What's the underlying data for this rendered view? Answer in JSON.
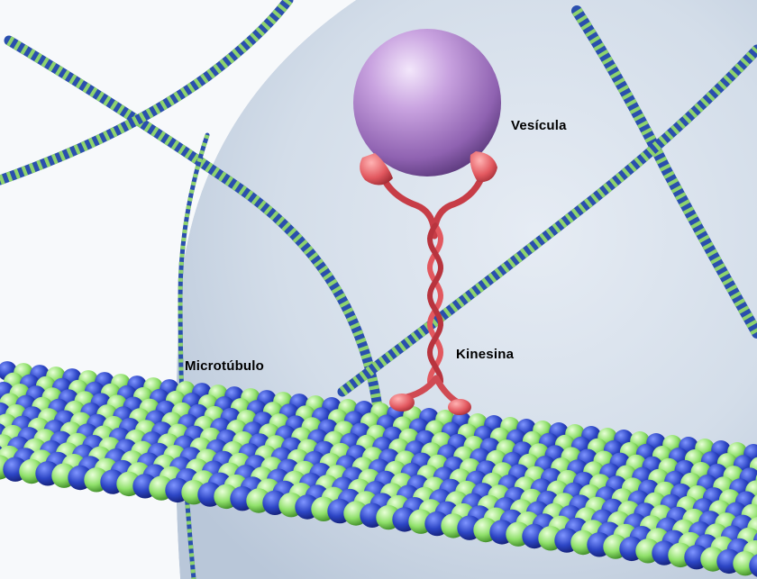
{
  "labels": {
    "vesicle": "Vesícula",
    "microtubule": "Microtúbulo",
    "kinesin": "Kinesina"
  },
  "colors": {
    "background": "#ffffff",
    "cell_cytoplasm": "#d6e0ec",
    "filament_blue": "#2a4fae",
    "filament_green": "#8ed36e",
    "vesicle": "#b98ed6",
    "kinesin": "#e2585f",
    "tubulin_alpha": "#2c45c4",
    "tubulin_beta": "#8fe06a"
  }
}
